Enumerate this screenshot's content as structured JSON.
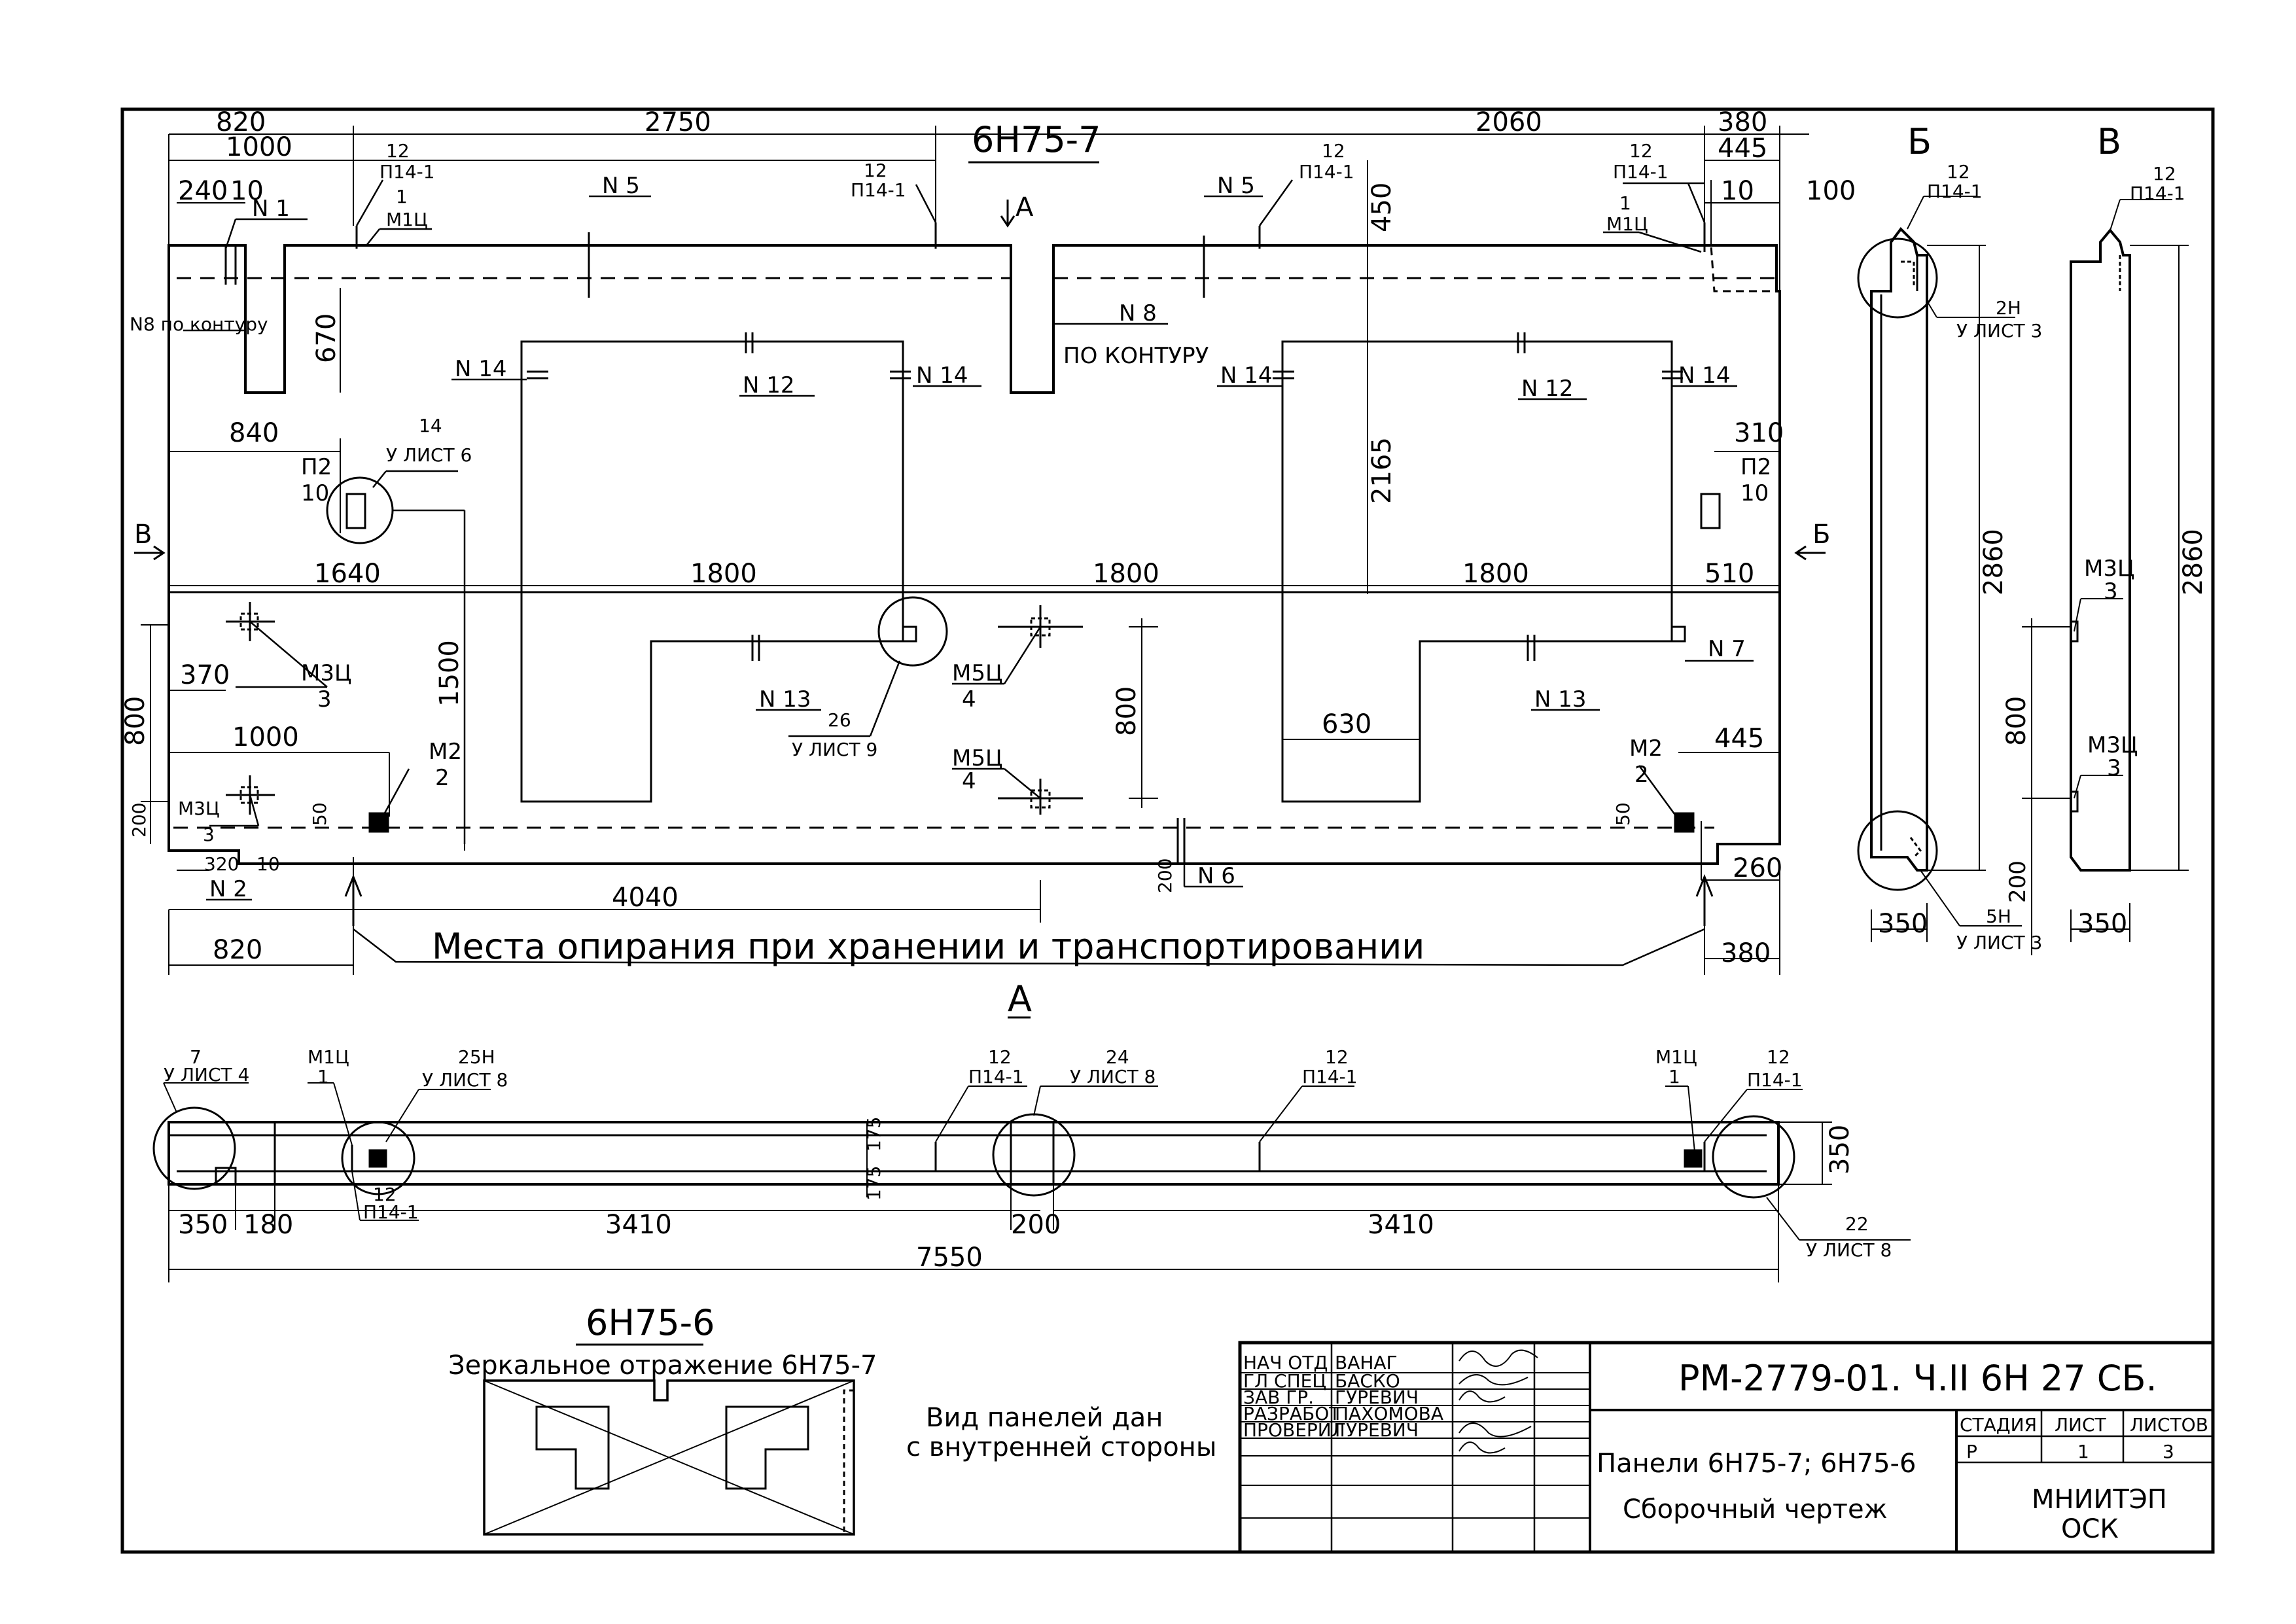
{
  "sheet": {
    "main_title": "6Н75-7",
    "section_label": "А",
    "view_b_label": "Б",
    "view_v_label": "В"
  },
  "dims": {
    "d820_top": "820",
    "d2750": "2750",
    "d2060": "2060",
    "d380_top": "380",
    "d1000_top": "1000",
    "d445_top": "445",
    "d240": "240",
    "d10_a": "10",
    "d10_b": "10",
    "d100": "100",
    "d450": "450",
    "d670": "670",
    "d840": "840",
    "d310": "310",
    "d2165": "2165",
    "d1640": "1640",
    "d1800_a": "1800",
    "d1800_b": "1800",
    "d1800_c": "1800",
    "d510": "510",
    "d1500": "1500",
    "d370": "370",
    "d800_left": "800",
    "d800_mid": "800",
    "d1000_bot": "1000",
    "d630": "630",
    "d445_bot": "445",
    "d200_left": "200",
    "d50_a": "50",
    "d50_b": "50",
    "d320": "320",
    "d10_c": "10",
    "d200_mid": "200",
    "d260": "260",
    "d4040": "4040",
    "d820_bot": "820",
    "d380_bot": "380",
    "d2860_a": "2860",
    "d2860_b": "2860",
    "d800_side": "800",
    "d200_side": "200",
    "d350_a": "350",
    "d350_b": "350",
    "plan_175_a": "175",
    "plan_175_b": "175",
    "plan_350_side": "350",
    "plan_350": "350",
    "plan_180": "180",
    "plan_3410_a": "3410",
    "plan_200": "200",
    "plan_3410_b": "3410",
    "plan_7550": "7550"
  },
  "labels": {
    "n1": "N 1",
    "n5_a": "N 5",
    "n5_b": "N 5",
    "n8": "N 8",
    "n8_sub": "ПО КОНТУРУ",
    "n18": "N8 по контуру",
    "n14_a": "N 14",
    "n12_a": "N 12",
    "n14_b": "N 14",
    "n14_c": "N 14",
    "n12_b": "N 12",
    "n14_d": "N 14",
    "n13_a": "N 13",
    "n13_b": "N 13",
    "n7": "N 7",
    "n2": "N 2",
    "n6": "N 6",
    "p14_a_num": "12",
    "p14_a": "П14-1",
    "m1_a_num": "1",
    "m1_a": "М1Ц",
    "p14_b_num": "12",
    "p14_b": "П14-1",
    "p14_c_num": "12",
    "p14_c": "П14-1",
    "p14_d_num": "12",
    "p14_d": "П14-1",
    "m1_b_num": "1",
    "m1_b": "М1Ц",
    "arrow_a": "А",
    "p2_a_num": "П2",
    "p2_a_sub": "10",
    "p2_b_num": "П2",
    "p2_b_sub": "10",
    "node14_num": "14",
    "node14": "У ЛИСТ 6",
    "node26_num": "26",
    "node26": "У ЛИСТ 9",
    "m3_a": "М3Ц",
    "m3_a_sub": "3",
    "m3_b": "М3Ц",
    "m3_b_sub": "3",
    "m5_a": "М5Ц",
    "m5_a_sub": "4",
    "m5_b": "М5Ц",
    "m5_b_sub": "4",
    "m2_a": "М2",
    "m2_a_sub": "2",
    "m2_b": "М2",
    "m2_b_sub": "2",
    "arrow_b_left": "В",
    "arrow_b_right": "Б",
    "support_note": "Места опирания при хранении и транспортировании",
    "side_b_p14_num": "12",
    "side_b_p14": "П14-1",
    "side_b_2n_num": "2Н",
    "side_b_2n": "У ЛИСТ 3",
    "side_b_5n_num": "5Н",
    "side_b_5n": "У ЛИСТ 3",
    "side_v_p14_num": "12",
    "side_v_p14": "П14-1",
    "side_v_m3_a": "М3Ц",
    "side_v_m3_a_sub": "3",
    "side_v_m3_b": "М3Ц",
    "side_v_m3_b_sub": "3",
    "plan_7_num": "7",
    "plan_7": "У ЛИСТ 4",
    "plan_m1_a": "М1Ц",
    "plan_m1_a_sub": "1",
    "plan_25n_num": "25Н",
    "plan_25n": "У ЛИСТ 8",
    "plan_p14_a_num": "12",
    "plan_p14_a": "П14-1",
    "plan_24_num": "24",
    "plan_24": "У ЛИСТ 8",
    "plan_p14_b_num": "12",
    "plan_p14_b": "П14-1",
    "plan_m1_b": "М1Ц",
    "plan_m1_b_sub": "1",
    "plan_p14_c_num": "12",
    "plan_p14_c": "П14-1",
    "plan_p14_d_num": "12",
    "plan_p14_d": "П14-1",
    "plan_22_num": "22",
    "plan_22": "У ЛИСТ 8"
  },
  "mirror": {
    "title": "6Н75-6",
    "subtitle": "Зеркальное отражение 6Н75-7"
  },
  "note": {
    "line1": "Вид панелей дан",
    "line2": "с внутренней стороны"
  },
  "stamp": {
    "rows": [
      {
        "role": "НАЧ ОТД",
        "name": "ВАНАГ"
      },
      {
        "role": "ГЛ СПЕЦ",
        "name": "БАСКО"
      },
      {
        "role": "ЗАВ ГР.",
        "name": "ГУРЕВИЧ"
      },
      {
        "role": "РАЗРАБОТ",
        "name": "ПАХОМОВА"
      },
      {
        "role": "ПРОВЕРИЛ",
        "name": "ГУРЕВИЧ"
      }
    ],
    "doc_code": "РМ-2779-01. Ч.II 6Н 27 СБ.",
    "name_line1": "Панели 6Н75-7; 6Н75-6",
    "name_line2": "Сборочный чертеж",
    "stage_hdr": "СТАДИЯ",
    "sheet_hdr": "ЛИСТ",
    "sheets_hdr": "ЛИСТОВ",
    "stage": "Р",
    "sheet": "1",
    "sheets": "3",
    "org_line1": "МНИИТЭП",
    "org_line2": "ОСК"
  }
}
